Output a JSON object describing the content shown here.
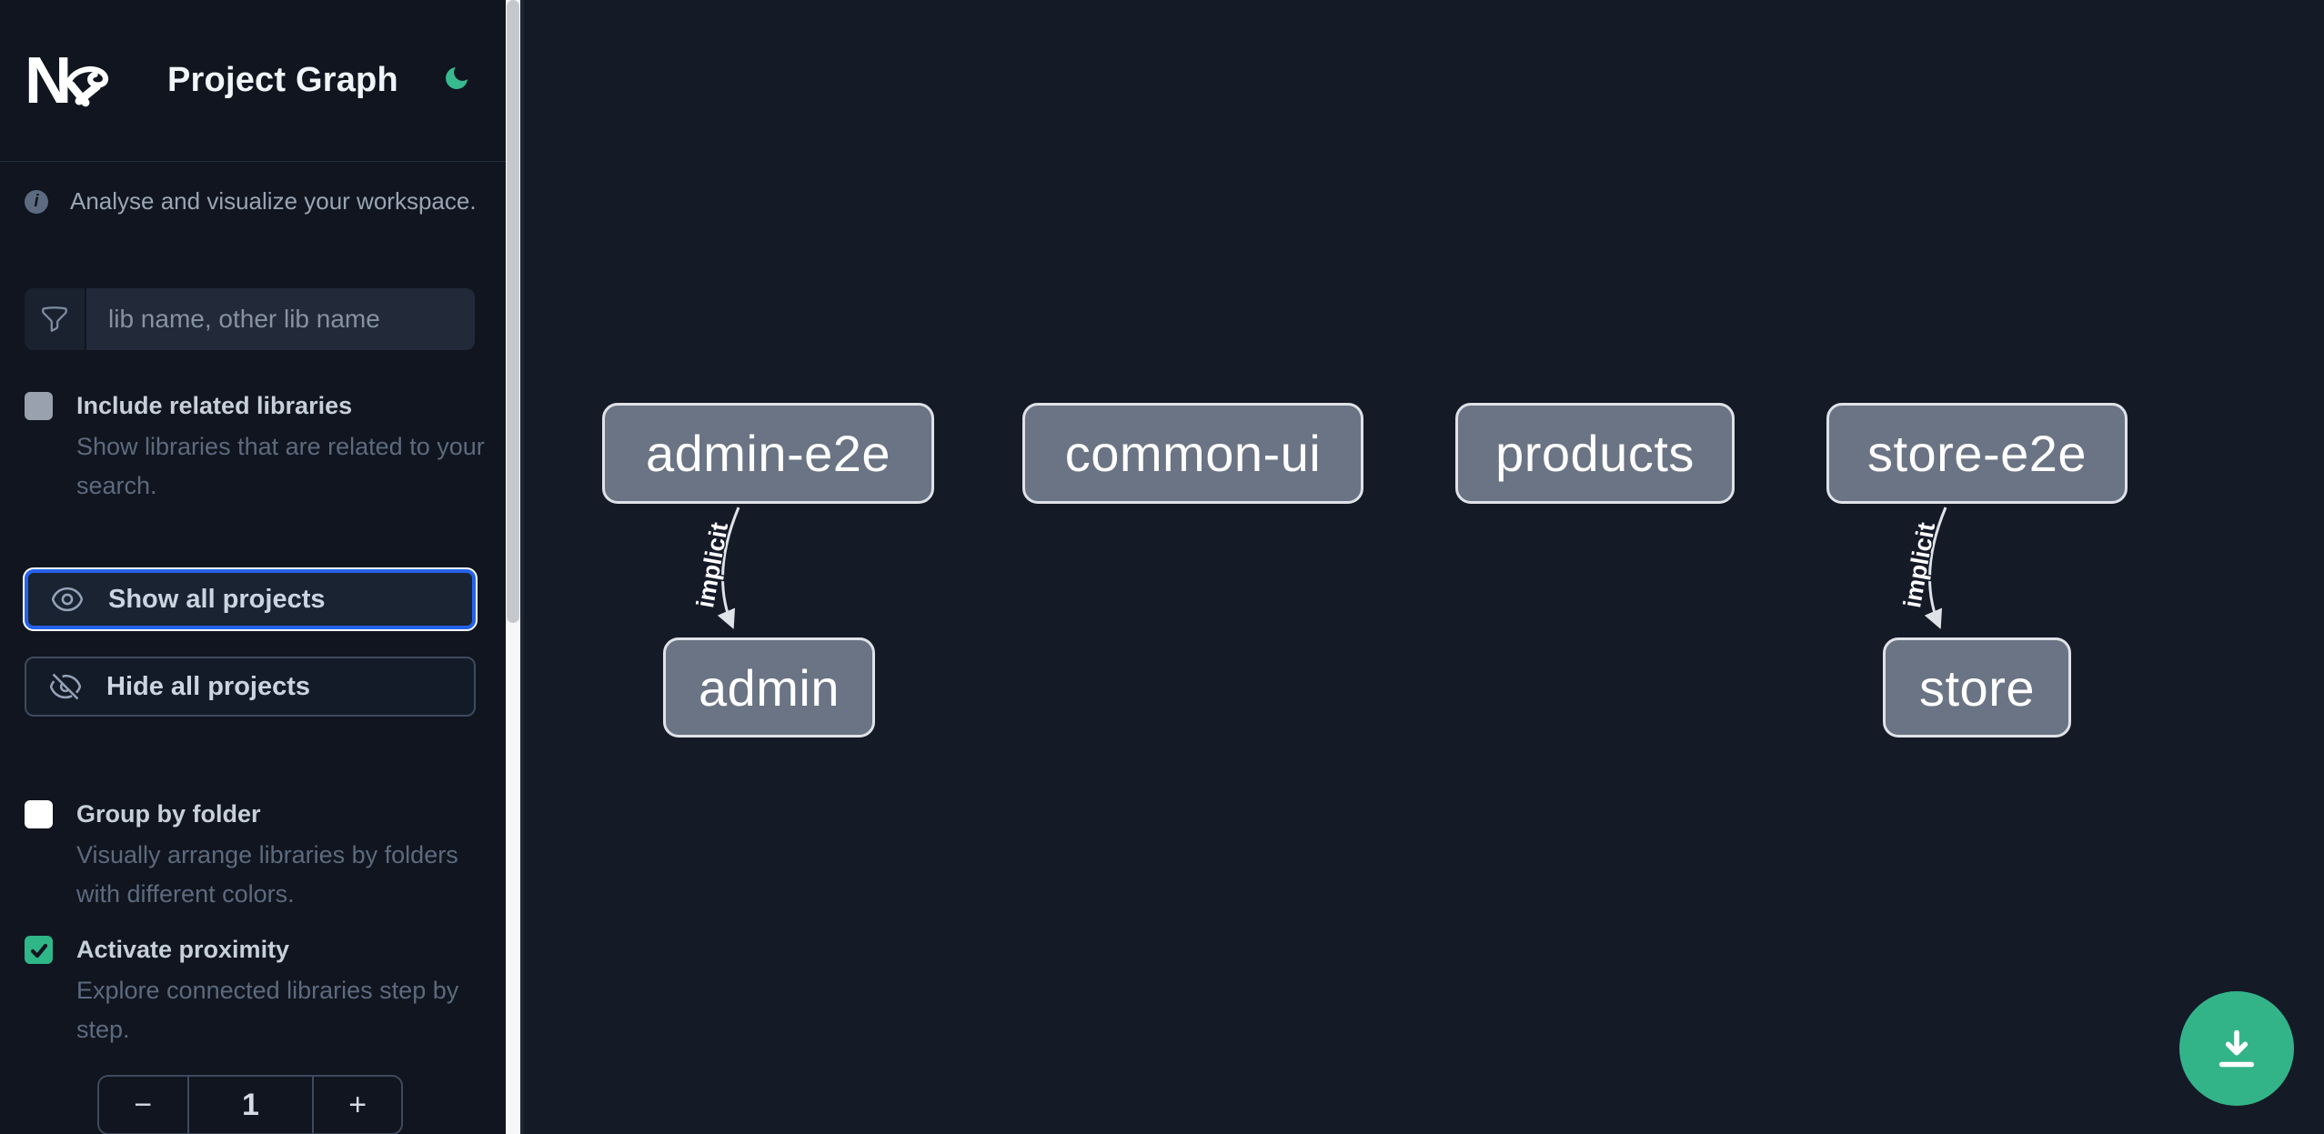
{
  "header": {
    "title": "Project Graph",
    "logo": "nx-logo",
    "theme_icon": "moon-icon"
  },
  "sidebar": {
    "tagline": "Analyse and visualize your workspace.",
    "search": {
      "placeholder": "lib name, other lib name",
      "value": "",
      "icon": "funnel-icon"
    },
    "include_related": {
      "label": "Include related libraries",
      "description": "Show libraries that are related to your search.",
      "checked": false
    },
    "show_all": {
      "label": "Show all projects",
      "icon": "eye-icon",
      "focused": true
    },
    "hide_all": {
      "label": "Hide all projects",
      "icon": "eye-off-icon"
    },
    "group_by_folder": {
      "label": "Group by folder",
      "description": "Visually arrange libraries by folders with different colors.",
      "checked": false
    },
    "activate_proximity": {
      "label": "Activate proximity",
      "description": "Explore connected libraries step by step.",
      "checked": true
    },
    "proximity_stepper": {
      "decrement": "−",
      "value": "1",
      "increment": "+"
    }
  },
  "graph": {
    "nodes": [
      {
        "id": "admin-e2e",
        "label": "admin-e2e"
      },
      {
        "id": "common-ui",
        "label": "common-ui"
      },
      {
        "id": "products",
        "label": "products"
      },
      {
        "id": "store-e2e",
        "label": "store-e2e"
      },
      {
        "id": "admin",
        "label": "admin"
      },
      {
        "id": "store",
        "label": "store"
      }
    ],
    "edges": [
      {
        "from": "admin-e2e",
        "to": "admin",
        "label": "implicit",
        "type": "implicit"
      },
      {
        "from": "store-e2e",
        "to": "store",
        "label": "implicit",
        "type": "implicit"
      }
    ]
  },
  "fab": {
    "icon": "download-icon"
  },
  "colors": {
    "accent_green": "#33b488",
    "focus_blue": "#2563eb",
    "node_fill": "#6b7484",
    "sidebar_bg": "#10151f",
    "canvas_bg": "#151a27"
  }
}
